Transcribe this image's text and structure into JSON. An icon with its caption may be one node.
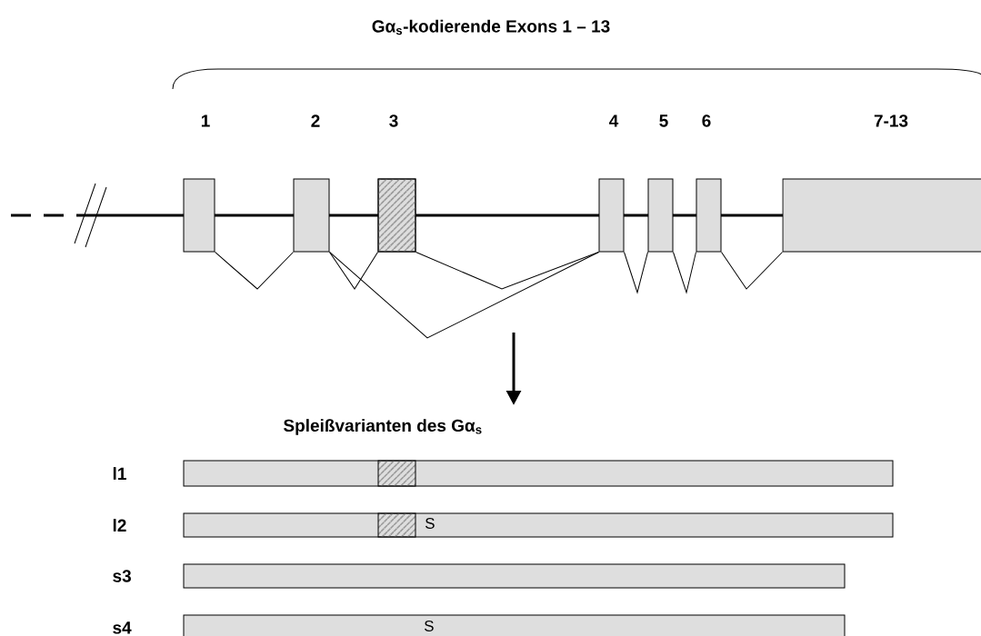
{
  "diagram": {
    "title": "Gα$_{s}$-kodierende Exons 1 – 13",
    "nodes": [
      {
        "text": [
          "1"
        ]
      },
      {
        "text": [
          "2"
        ]
      },
      {
        "text": [
          "3"
        ]
      },
      {
        "text": [
          "4"
        ]
      },
      {
        "text": [
          "5"
        ]
      },
      {
        "text": [
          "6"
        ]
      },
      {
        "text": [
          "7-13"
        ]
      },
      {
        "text": [
          "l1"
        ]
      },
      {
        "text": [
          "l2",
          "S"
        ]
      },
      {
        "text": [
          "s3"
        ]
      },
      {
        "text": [
          "s4",
          "S"
        ]
      }
    ],
    "edges": [
      {
        "from": 0,
        "to": 1,
        "arrow": "none"
      },
      {
        "from": 1,
        "to": 2,
        "arrow": "none"
      },
      {
        "from": 1,
        "to": 3,
        "arrow": "none"
      },
      {
        "from": 2,
        "to": 3,
        "arrow": "none"
      },
      {
        "from": 3,
        "to": 4,
        "arrow": "none"
      },
      {
        "from": 4,
        "to": 5,
        "arrow": "none"
      },
      {
        "from": 5,
        "to": 6,
        "arrow": "none"
      }
    ],
    "labels": [
      "Spleißvarianten des Gα$_{s}$"
    ]
  }
}
